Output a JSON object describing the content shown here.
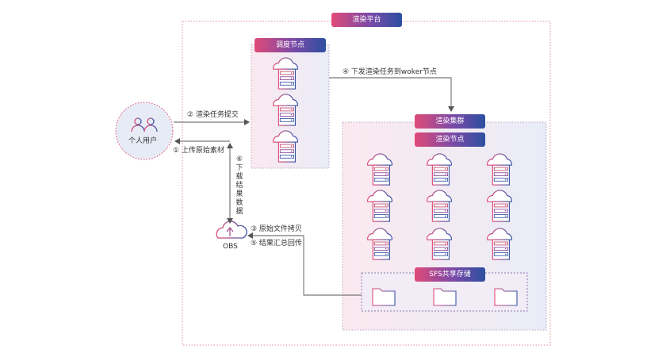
{
  "platform": {
    "title": "渲染平台"
  },
  "scheduler": {
    "title": "调度节点"
  },
  "cluster": {
    "title": "渲染集群",
    "node_title": "渲染节点"
  },
  "storage": {
    "title": "SFS共享存储"
  },
  "user": {
    "label": "个人用户"
  },
  "obs": {
    "label": "OBS"
  },
  "steps": {
    "s1": "① 上传原始素材",
    "s2": "② 渲染任务提交",
    "s3": "③ 原始文件拷贝",
    "s4": "④ 下发渲染任务到woker节点",
    "s5": "⑤ 结果汇总回传",
    "s6_num": "⑥",
    "s6_chars": [
      "下",
      "载",
      "结",
      "果",
      "数",
      "据"
    ]
  },
  "colors": {
    "accent_pink": "#e04b78",
    "accent_blue": "#2c4fa0",
    "dotted_border": "#e58aa6"
  },
  "icons": {
    "server": "cloud-server-icon",
    "folder": "folder-icon",
    "users": "users-icon",
    "obs": "cloud-upload-icon"
  }
}
